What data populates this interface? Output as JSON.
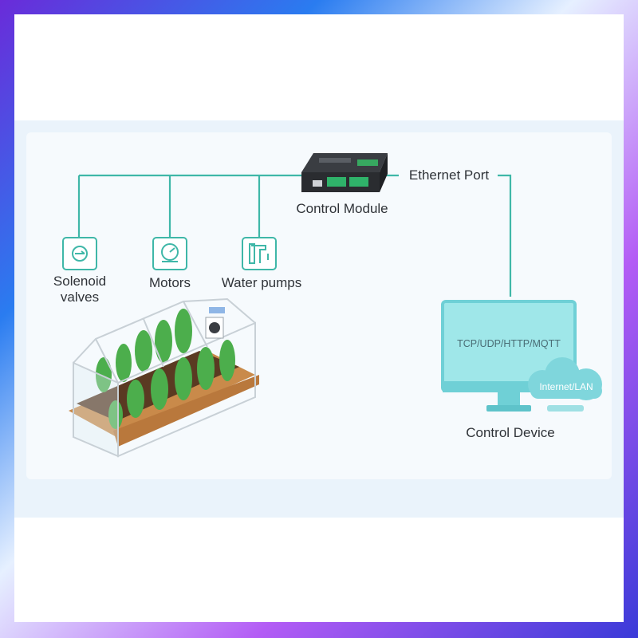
{
  "diagram": {
    "control_module": {
      "label": "Control Module",
      "icon": "control-module-device"
    },
    "ethernet_port": {
      "label": "Ethernet Port"
    },
    "devices": [
      {
        "label": "Solenoid valves",
        "icon": "solenoid-valve-icon"
      },
      {
        "label": "Motors",
        "icon": "motor-icon"
      },
      {
        "label": "Water pumps",
        "icon": "water-pump-icon"
      }
    ],
    "control_device": {
      "label": "Control Device",
      "screen_text": "TCP/UDP/HTTP/MQTT",
      "cloud_text": "Internet/LAN"
    },
    "colors": {
      "line": "#3fb7a8",
      "screen": "#9fe7e9",
      "monitor": "#6fd0d6",
      "cloud": "#7fd6dc",
      "text": "#2f3338"
    }
  }
}
